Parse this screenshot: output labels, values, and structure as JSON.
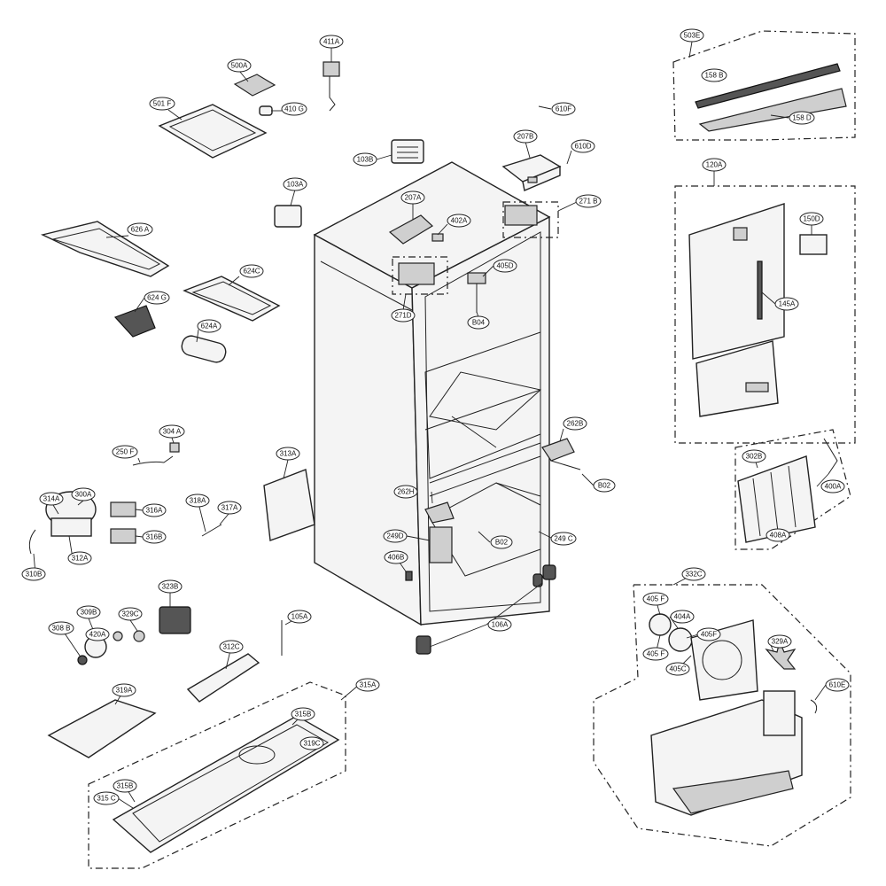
{
  "callouts": [
    {
      "id": "411A",
      "label": "411A"
    },
    {
      "id": "500A",
      "label": "500A"
    },
    {
      "id": "410G",
      "label": "410 G"
    },
    {
      "id": "501F",
      "label": "501 F"
    },
    {
      "id": "103B",
      "label": "103B"
    },
    {
      "id": "103A",
      "label": "103A"
    },
    {
      "id": "626A",
      "label": "626 A"
    },
    {
      "id": "624C",
      "label": "624C"
    },
    {
      "id": "624G",
      "label": "624 G"
    },
    {
      "id": "624A",
      "label": "624A"
    },
    {
      "id": "610F",
      "label": "610F"
    },
    {
      "id": "207B",
      "label": "207B"
    },
    {
      "id": "610D",
      "label": "610D"
    },
    {
      "id": "207A",
      "label": "207A"
    },
    {
      "id": "402A",
      "label": "402A"
    },
    {
      "id": "271B",
      "label": "271 B"
    },
    {
      "id": "405D",
      "label": "405D"
    },
    {
      "id": "271D",
      "label": "271D"
    },
    {
      "id": "B04",
      "label": "B04"
    },
    {
      "id": "262B",
      "label": "262B"
    },
    {
      "id": "B02a",
      "label": "B02"
    },
    {
      "id": "262H",
      "label": "262H"
    },
    {
      "id": "249D",
      "label": "249D"
    },
    {
      "id": "B02b",
      "label": "B02"
    },
    {
      "id": "249C",
      "label": "249 C"
    },
    {
      "id": "406B",
      "label": "406B"
    },
    {
      "id": "313A",
      "label": "313A"
    },
    {
      "id": "304A",
      "label": "304 A"
    },
    {
      "id": "250F",
      "label": "250 F"
    },
    {
      "id": "314A",
      "label": "314A"
    },
    {
      "id": "300A",
      "label": "300A"
    },
    {
      "id": "316A",
      "label": "316A"
    },
    {
      "id": "318A",
      "label": "318A"
    },
    {
      "id": "317A",
      "label": "317A"
    },
    {
      "id": "316B",
      "label": "316B"
    },
    {
      "id": "312A",
      "label": "312A"
    },
    {
      "id": "310B",
      "label": "310B"
    },
    {
      "id": "323B",
      "label": "323B"
    },
    {
      "id": "309B",
      "label": "309B"
    },
    {
      "id": "329C",
      "label": "329C"
    },
    {
      "id": "308B",
      "label": "308 B"
    },
    {
      "id": "420A",
      "label": "420A"
    },
    {
      "id": "105A",
      "label": "105A"
    },
    {
      "id": "106A",
      "label": "106A"
    },
    {
      "id": "312C",
      "label": "312C"
    },
    {
      "id": "319A",
      "label": "319A"
    },
    {
      "id": "315A",
      "label": "315A"
    },
    {
      "id": "315B",
      "label": "315B"
    },
    {
      "id": "319C",
      "label": "319C"
    },
    {
      "id": "315Bb",
      "label": "315B"
    },
    {
      "id": "315C",
      "label": "315 C"
    },
    {
      "id": "503E",
      "label": "503E"
    },
    {
      "id": "158B",
      "label": "158 B"
    },
    {
      "id": "158D",
      "label": "158 D"
    },
    {
      "id": "120A",
      "label": "120A"
    },
    {
      "id": "150D",
      "label": "150D"
    },
    {
      "id": "145A",
      "label": "145A"
    },
    {
      "id": "302B",
      "label": "302B"
    },
    {
      "id": "400A",
      "label": "400A"
    },
    {
      "id": "408A",
      "label": "408A"
    },
    {
      "id": "332C",
      "label": "332C"
    },
    {
      "id": "405Fa",
      "label": "405 F"
    },
    {
      "id": "404A",
      "label": "404A"
    },
    {
      "id": "405Fb",
      "label": "405 F"
    },
    {
      "id": "405Fc",
      "label": "405F"
    },
    {
      "id": "329A",
      "label": "329A"
    },
    {
      "id": "405C",
      "label": "405C"
    },
    {
      "id": "610E",
      "label": "610E"
    }
  ]
}
